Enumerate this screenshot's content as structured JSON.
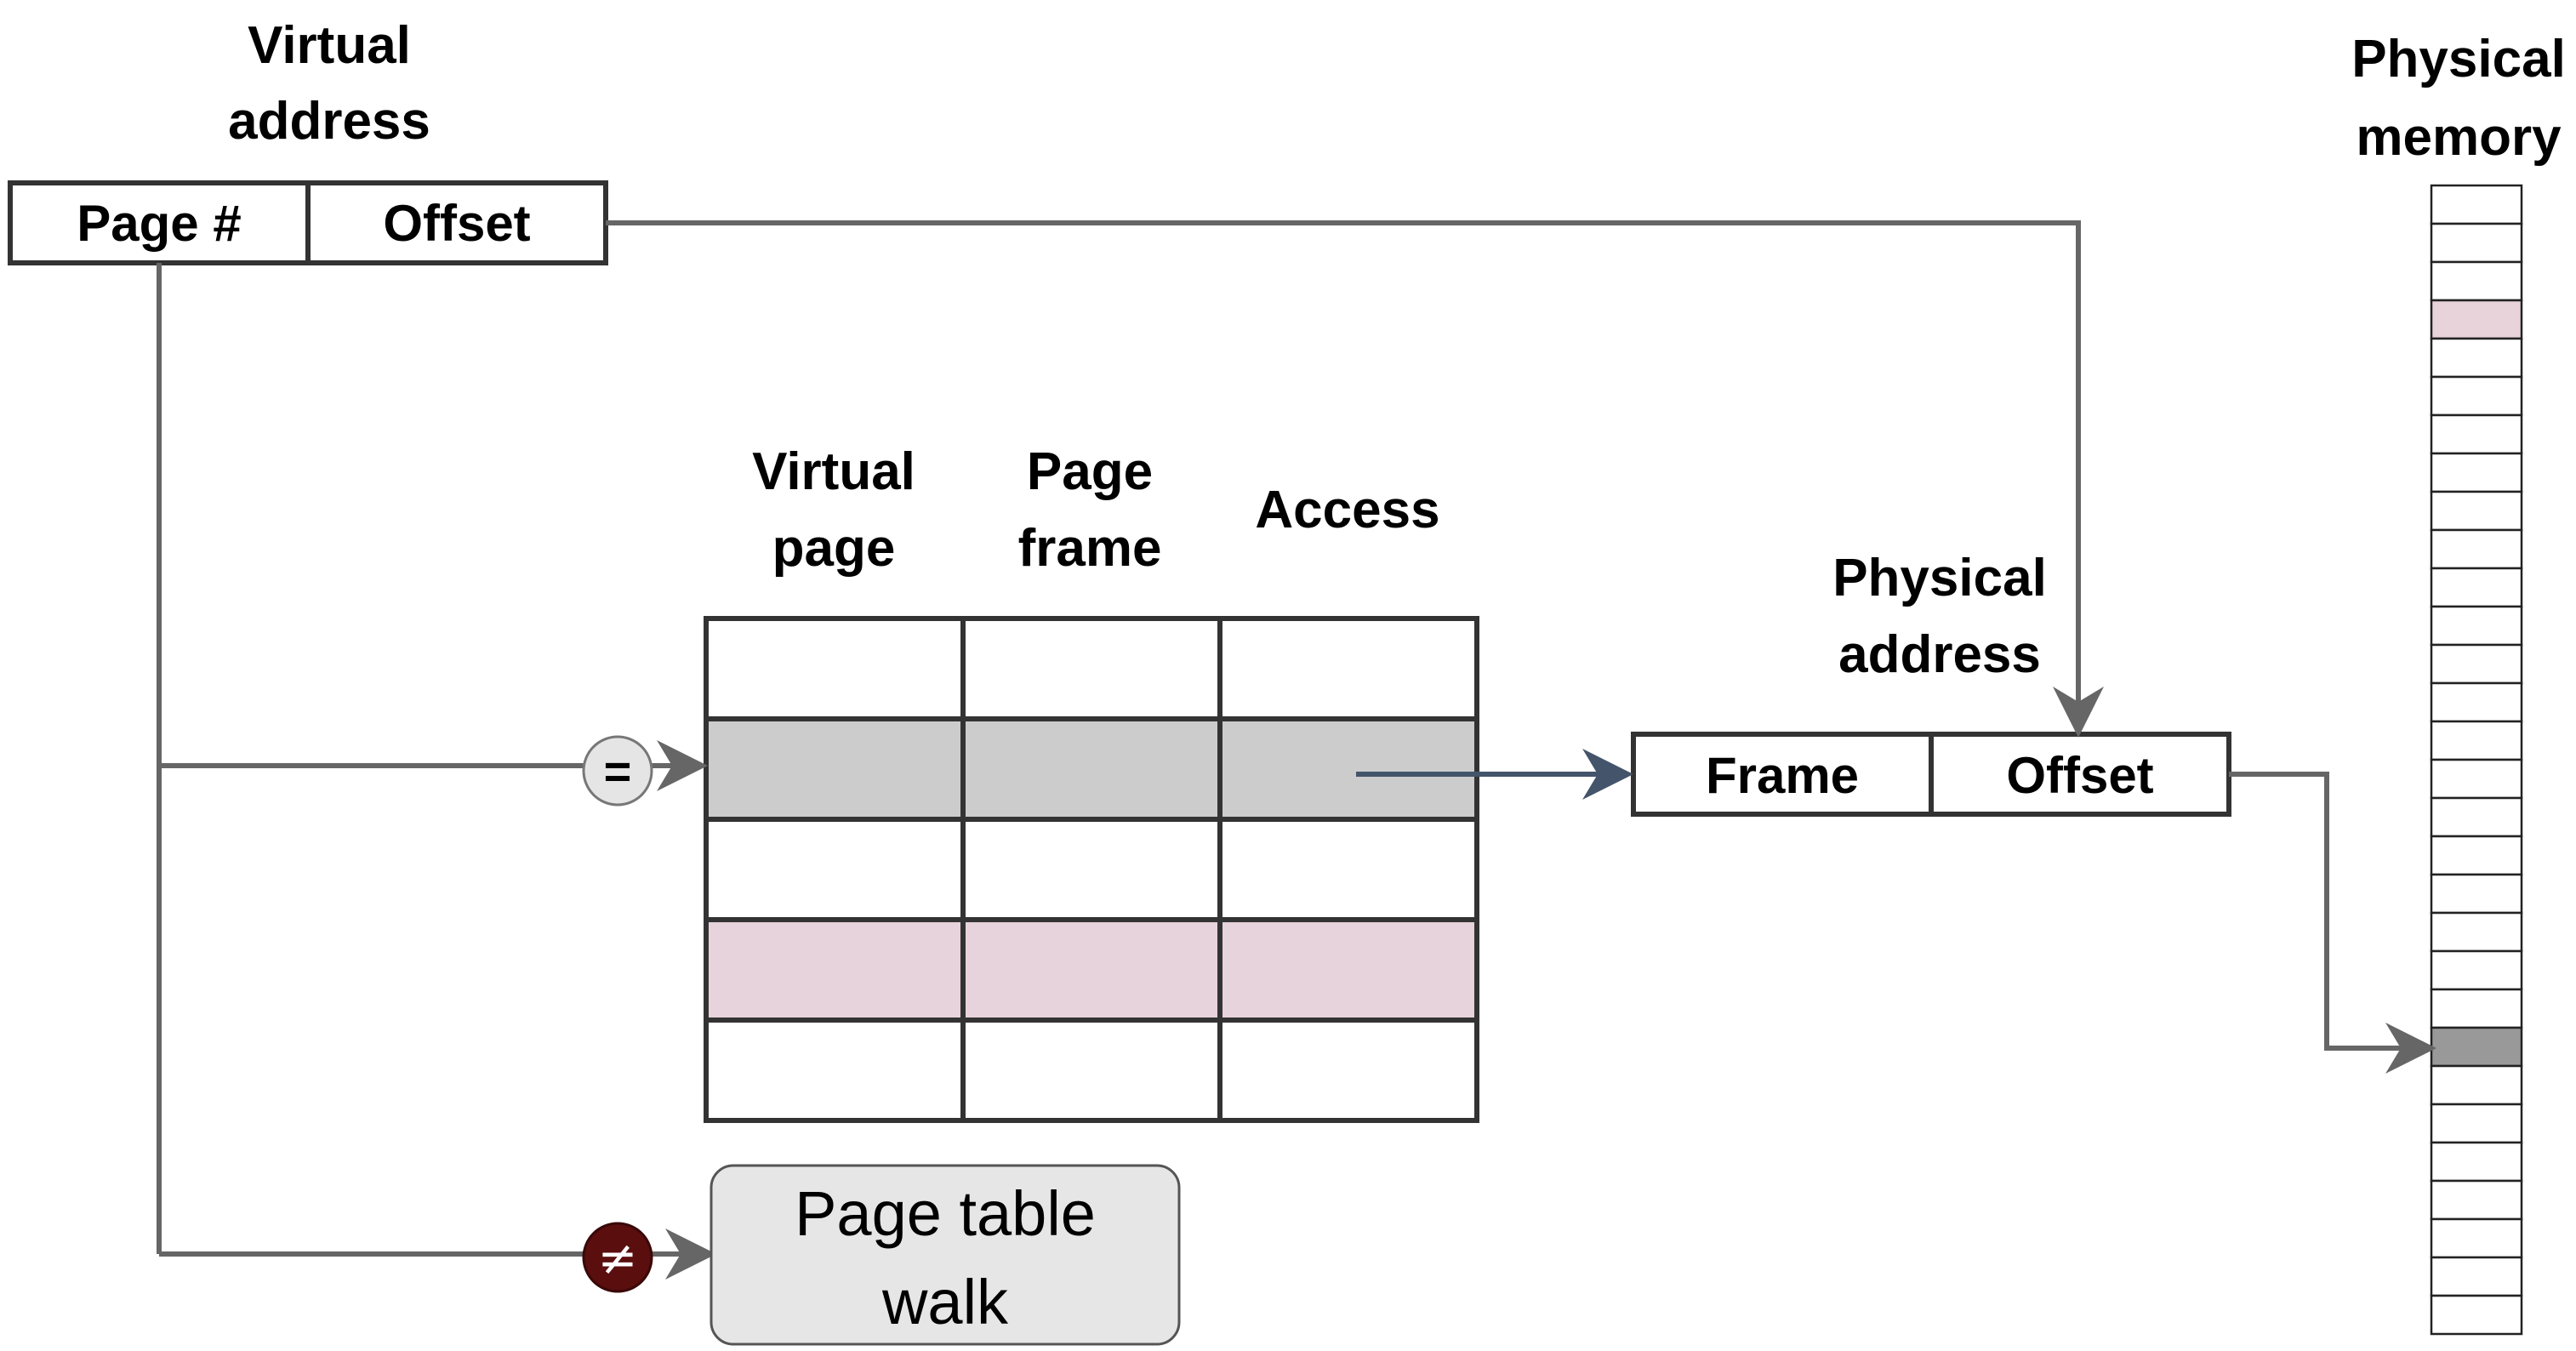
{
  "virtual_address": {
    "title_line1": "Virtual",
    "title_line2": "address",
    "page_field": "Page #",
    "offset_field": "Offset"
  },
  "tlb": {
    "headers": [
      {
        "line1": "Virtual",
        "line2": "page"
      },
      {
        "line1": "Page",
        "line2": "frame"
      },
      {
        "line1": "Access",
        "line2": ""
      }
    ],
    "rows": [
      {
        "state": "empty"
      },
      {
        "state": "hit"
      },
      {
        "state": "empty"
      },
      {
        "state": "highlight"
      },
      {
        "state": "empty"
      }
    ]
  },
  "comparators": {
    "equal_symbol": "=",
    "not_equal_symbol": "≠"
  },
  "page_table_walk": {
    "line1": "Page table",
    "line2": "walk"
  },
  "physical_address": {
    "title_line1": "Physical",
    "title_line2": "address",
    "frame_field": "Frame",
    "offset_field": "Offset"
  },
  "physical_memory": {
    "title_line1": "Physical",
    "title_line2": "memory",
    "cell_count": 30,
    "highlighted_cell_index": 3,
    "accessed_cell_index": 22
  },
  "colors": {
    "hit_row": "#cccccc",
    "highlight_row": "#e7d3db",
    "memory_highlight": "#e8d3da",
    "memory_accessed": "#999999",
    "equal_node_fill": "#e5e5e5",
    "not_equal_node_fill": "#5a0e0e",
    "walk_box_fill": "#e6e6e6",
    "wire": "#666666",
    "frame_arrow": "#44546a"
  }
}
